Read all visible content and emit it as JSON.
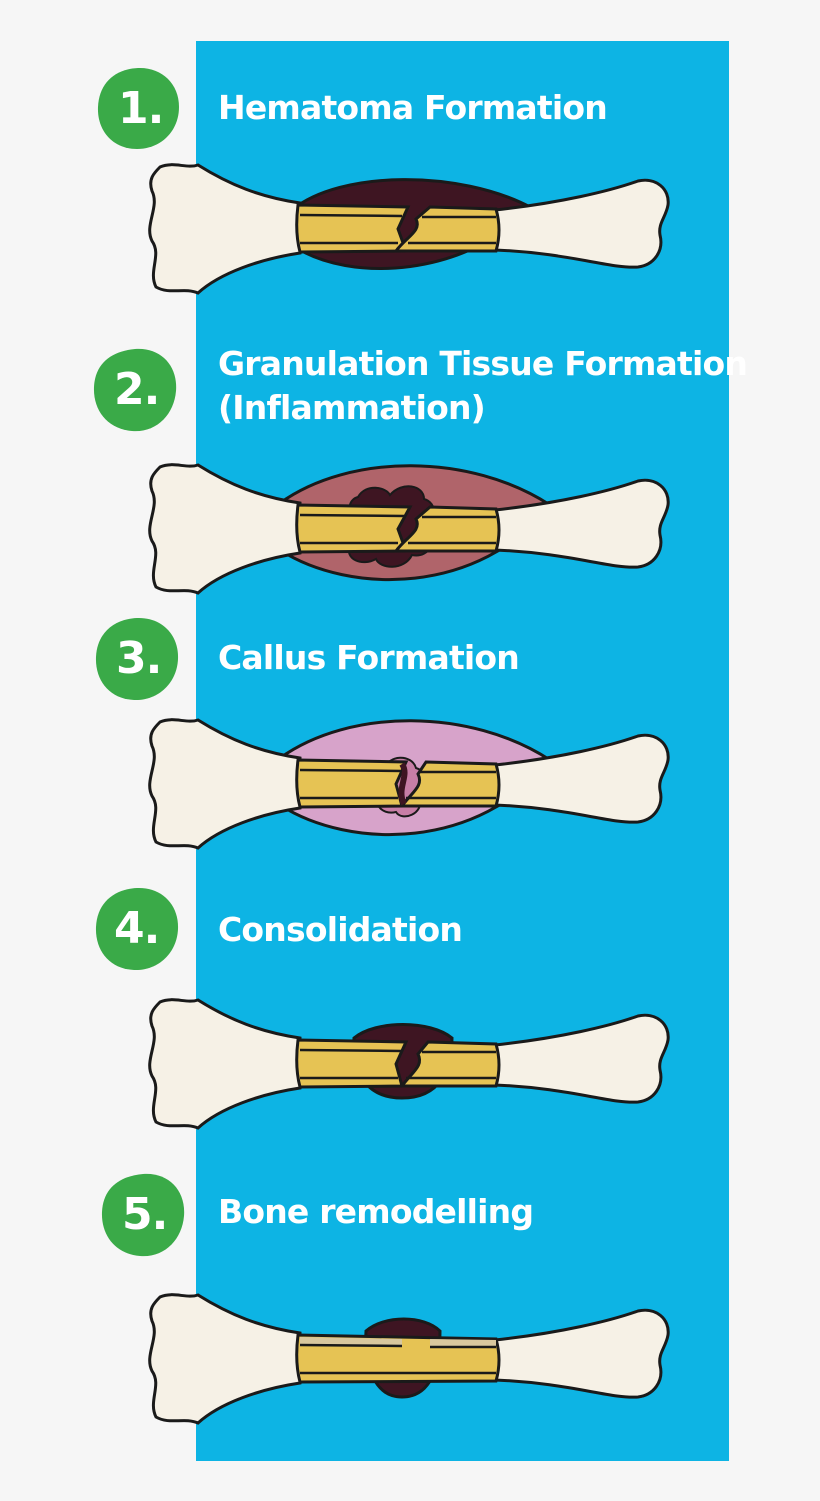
{
  "colors": {
    "background": "#f6f6f6",
    "panel": "#0db4e4",
    "badge": "#3aaa48",
    "bone": "#f6f1e6",
    "marrow": "#e6c354",
    "cortex": "#d8c79e",
    "outline": "#1a1a1a",
    "hematoma": "#3e1522",
    "granulation": "#b0646a",
    "callus": "#d7a3ca",
    "callus_core": "#c77ea6"
  },
  "steps": [
    {
      "number": "1.",
      "title_lines": [
        "Hematoma Formation"
      ],
      "stage": "hematoma"
    },
    {
      "number": "2.",
      "title_lines": [
        "Granulation Tissue Formation",
        "(Inflammation)"
      ],
      "stage": "granulation"
    },
    {
      "number": "3.",
      "title_lines": [
        "Callus Formation"
      ],
      "stage": "callus"
    },
    {
      "number": "4.",
      "title_lines": [
        "Consolidation"
      ],
      "stage": "consolidation"
    },
    {
      "number": "5.",
      "title_lines": [
        "Bone remodelling"
      ],
      "stage": "remodelling"
    }
  ]
}
